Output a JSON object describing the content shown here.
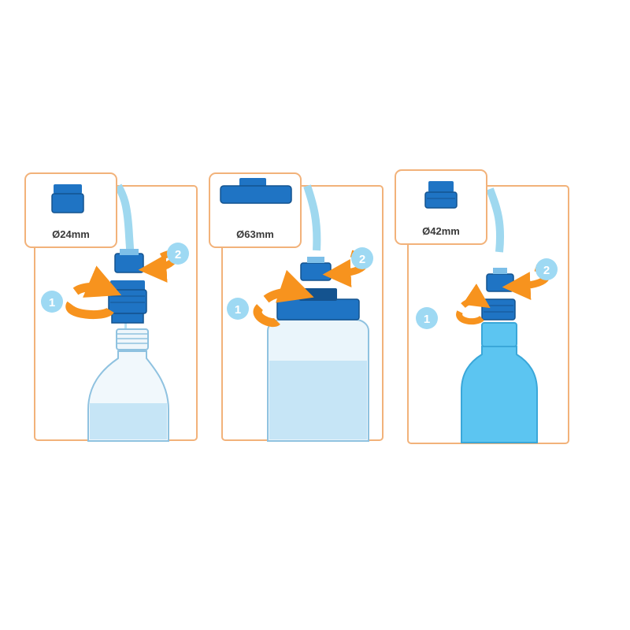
{
  "colors": {
    "frame_border": "#f2b27a",
    "arrow_orange": "#f7931e",
    "adapter_blue": "#1f74c4",
    "adapter_dark": "#14538f",
    "tube": "#9fd8ef",
    "glass": "#e3f2fb",
    "liquid": "#c6e5f6",
    "solid_bottle": "#5cc5f1",
    "step_circle": "#9ed9f3"
  },
  "panels": [
    {
      "id": "24",
      "label": "Ø24mm",
      "steps": [
        "1",
        "2"
      ]
    },
    {
      "id": "63",
      "label": "Ø63mm",
      "steps": [
        "1",
        "2"
      ]
    },
    {
      "id": "42",
      "label": "Ø42mm",
      "steps": [
        "1",
        "2"
      ]
    }
  ]
}
